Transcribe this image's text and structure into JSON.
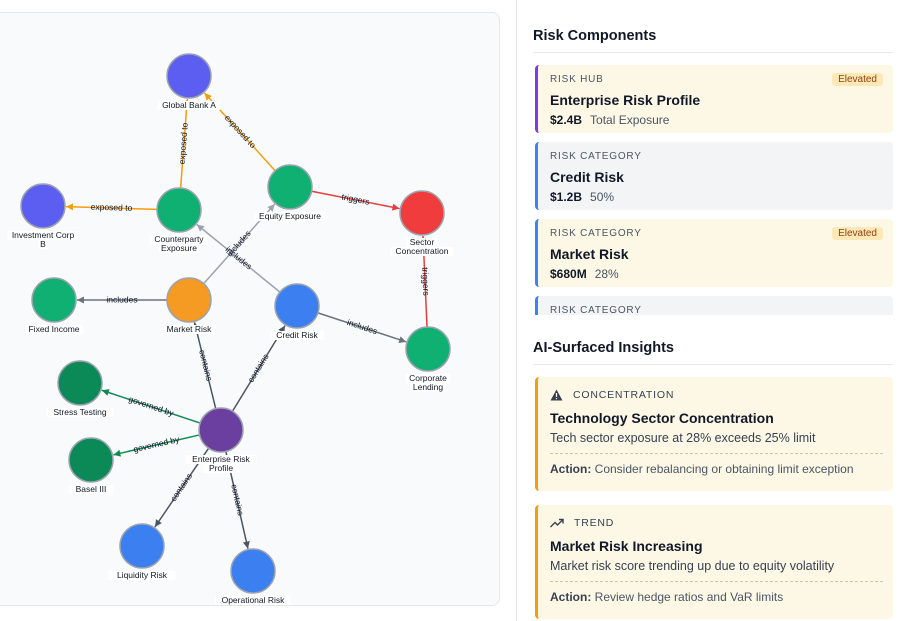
{
  "graph": {
    "nodes": [
      {
        "id": "global_bank",
        "label": [
          "Global Bank A"
        ],
        "color": "#5b5ef0"
      },
      {
        "id": "investment_corp",
        "label": [
          "Investment Corp",
          "B"
        ],
        "color": "#5b5ef0"
      },
      {
        "id": "counterparty",
        "label": [
          "Counterparty",
          "Exposure"
        ],
        "color": "#10b072"
      },
      {
        "id": "equity",
        "label": [
          "Equity Exposure"
        ],
        "color": "#10b072"
      },
      {
        "id": "sector",
        "label": [
          "Sector",
          "Concentration"
        ],
        "color": "#f03c3c"
      },
      {
        "id": "fixed_income",
        "label": [
          "Fixed Income"
        ],
        "color": "#10b072"
      },
      {
        "id": "market_risk",
        "label": [
          "Market Risk"
        ],
        "color": "#f59a22"
      },
      {
        "id": "credit_risk",
        "label": [
          "Credit Risk"
        ],
        "color": "#3b7ff0"
      },
      {
        "id": "corporate",
        "label": [
          "Corporate",
          "Lending"
        ],
        "color": "#10b072"
      },
      {
        "id": "stress",
        "label": [
          "Stress Testing"
        ],
        "color": "#0b8a58"
      },
      {
        "id": "erp",
        "label": [
          "Enterprise Risk",
          "Profile"
        ],
        "color": "#6b3fa0"
      },
      {
        "id": "basel",
        "label": [
          "Basel III"
        ],
        "color": "#0b8a58"
      },
      {
        "id": "liquidity",
        "label": [
          "Liquidity Risk"
        ],
        "color": "#3b7ff0"
      },
      {
        "id": "operational",
        "label": [
          "Operational Risk"
        ],
        "color": "#3b7ff0"
      }
    ],
    "edges": [
      {
        "from": "counterparty",
        "to": "global_bank",
        "label": "exposed to",
        "color": "#f59e0b"
      },
      {
        "from": "equity",
        "to": "global_bank",
        "label": "exposed to",
        "color": "#f59e0b"
      },
      {
        "from": "counterparty",
        "to": "investment_corp",
        "label": "exposed to",
        "color": "#f59e0b"
      },
      {
        "from": "equity",
        "to": "sector",
        "label": "triggers",
        "color": "#e53e3e"
      },
      {
        "from": "corporate",
        "to": "sector",
        "label": "triggers",
        "color": "#e53e3e"
      },
      {
        "from": "market_risk",
        "to": "fixed_income",
        "label": "includes",
        "color": "#6b7280"
      },
      {
        "from": "market_risk",
        "to": "equity",
        "label": "includes",
        "color": "#9ca3af"
      },
      {
        "from": "credit_risk",
        "to": "counterparty",
        "label": "includes",
        "color": "#9ca3af"
      },
      {
        "from": "credit_risk",
        "to": "corporate",
        "label": "includes",
        "color": "#6b7280"
      },
      {
        "from": "erp",
        "to": "market_risk",
        "label": "contains",
        "color": "#4b5563"
      },
      {
        "from": "erp",
        "to": "credit_risk",
        "label": "contains",
        "color": "#4b5563"
      },
      {
        "from": "erp",
        "to": "stress",
        "label": "governed by",
        "color": "#0f8a55"
      },
      {
        "from": "erp",
        "to": "basel",
        "label": "governed by",
        "color": "#0f8a55"
      },
      {
        "from": "erp",
        "to": "liquidity",
        "label": "contains",
        "color": "#4b5563"
      },
      {
        "from": "erp",
        "to": "operational",
        "label": "contains",
        "color": "#4b5563"
      }
    ]
  },
  "components": {
    "title": "Risk Components",
    "cards": [
      {
        "kind": "RISK HUB",
        "name": "Enterprise Risk Profile",
        "value": "$2.4B",
        "detail": "Total Exposure",
        "badge": "Elevated",
        "border": "#7c3aed"
      },
      {
        "kind": "RISK CATEGORY",
        "name": "Credit Risk",
        "value": "$1.2B",
        "detail": "50%",
        "badge": "",
        "border": "#3b82f6"
      },
      {
        "kind": "RISK CATEGORY",
        "name": "Market Risk",
        "value": "$680M",
        "detail": "28%",
        "badge": "Elevated",
        "border": "#3b82f6"
      },
      {
        "kind": "RISK CATEGORY",
        "name": "",
        "value": "",
        "detail": "",
        "badge": "",
        "border": "#3b82f6"
      }
    ]
  },
  "insights": {
    "title": "AI-Surfaced Insights",
    "items": [
      {
        "icon": "warning-icon",
        "type": "CONCENTRATION",
        "title": "Technology Sector Concentration",
        "desc": "Tech sector exposure at 28% exceeds 25% limit",
        "action_label": "Action:",
        "action": "Consider rebalancing or obtaining limit exception"
      },
      {
        "icon": "trend-up-icon",
        "type": "TREND",
        "title": "Market Risk Increasing",
        "desc": "Market risk score trending up due to equity volatility",
        "action_label": "Action:",
        "action": "Review hedge ratios and VaR limits"
      }
    ]
  },
  "colors": {
    "accent_warning": "#f59e0b",
    "hub": "#7c3aed",
    "category": "#3b82f6"
  }
}
